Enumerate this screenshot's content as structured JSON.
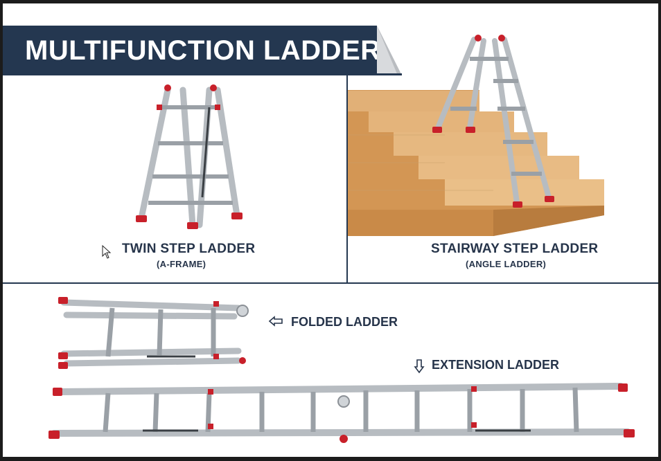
{
  "banner": {
    "title": "MULTIFUNCTION LADDERS"
  },
  "panels": {
    "twin": {
      "title": "TWIN STEP LADDER",
      "subtitle": "(A-FRAME)"
    },
    "stairway": {
      "title": "STAIRWAY STEP LADDER",
      "subtitle": "(ANGLE LADDER)"
    },
    "folded": {
      "title": "FOLDED LADDER"
    },
    "extension": {
      "title": "EXTENSION LADDER"
    }
  },
  "colors": {
    "navy": "#243750",
    "label": "#26344a",
    "aluminum": "#c9cdd1",
    "foot_red": "#c8202a",
    "wood": "#d9a86a"
  },
  "icons": [
    "left-arrow-icon",
    "down-arrow-icon",
    "cursor-icon"
  ]
}
